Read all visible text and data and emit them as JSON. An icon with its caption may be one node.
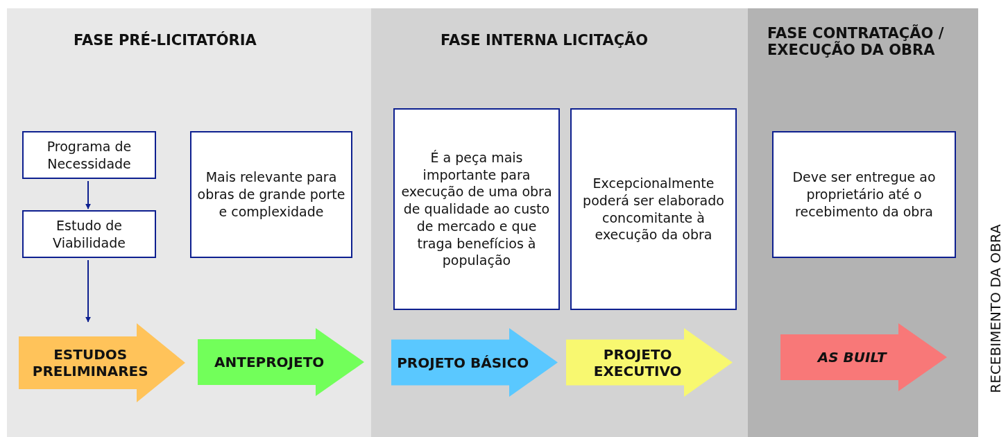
{
  "diagram": {
    "nodes": [
      {
        "text": [
          "FASE PRÉ-LICITATÓRIA"
        ]
      },
      {
        "text": [
          "Programa de Necessidade"
        ],
        "in": 0
      },
      {
        "text": [
          "Estudo de Viabilidade"
        ],
        "in": 0
      },
      {
        "text": [
          "Mais relevante para obras de grande porte e complexidade"
        ],
        "in": 0
      },
      {
        "text": [
          "ESTUDOS PRELIMINARES"
        ],
        "in": 0
      },
      {
        "text": [
          "ANTEPROJETO"
        ],
        "in": 0
      },
      {
        "text": [
          "FASE INTERNA LICITAÇÃO"
        ]
      },
      {
        "text": [
          "É a peça mais importante para execução de uma obra de qualidade ao custo de mercado e que traga benefícios à população"
        ],
        "in": 6
      },
      {
        "text": [
          "Excepcionalmente poderá ser elaborado concomitante à execução da obra"
        ],
        "in": 6
      },
      {
        "text": [
          "PROJETO BÁSICO"
        ],
        "in": 6
      },
      {
        "text": [
          "PROJETO EXECUTIVO"
        ],
        "in": 6
      },
      {
        "text": [
          "FASE CONTRATAÇÃO / EXECUÇÃO DA OBRA"
        ]
      },
      {
        "text": [
          "Deve ser entregue ao proprietário até o recebimento da obra"
        ],
        "in": 11
      },
      {
        "text": [
          "AS BUILT"
        ],
        "in": 11
      }
    ],
    "edges": [
      {
        "from": 1,
        "to": 2,
        "arrow": "to"
      },
      {
        "from": 2,
        "to": 4,
        "arrow": "to"
      }
    ],
    "labels": [
      "RECEBIMENTO DA OBRA"
    ]
  }
}
